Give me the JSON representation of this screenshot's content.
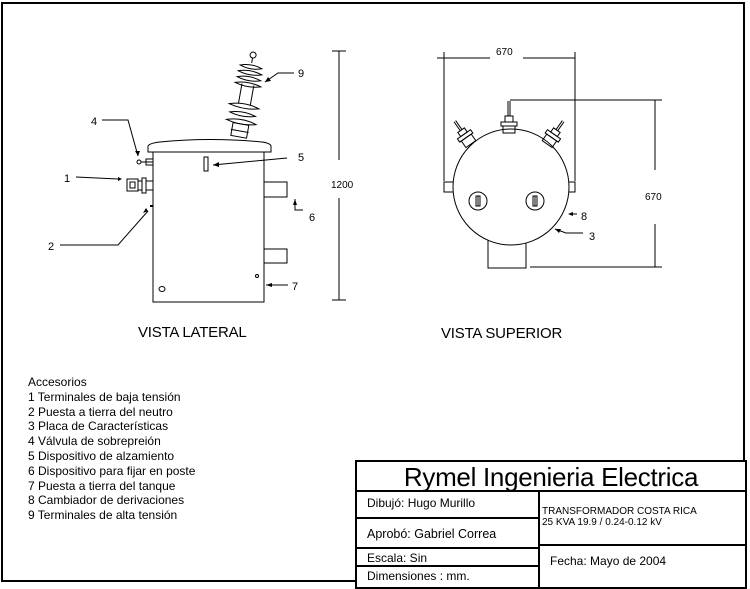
{
  "drawing": {
    "side_view": {
      "title": "VISTA LATERAL",
      "height_dimension": "1200",
      "callouts": [
        "1",
        "2",
        "4",
        "5",
        "6",
        "7",
        "9"
      ]
    },
    "top_view": {
      "title": "VISTA SUPERIOR",
      "width_dimension": "670",
      "depth_dimension": "670",
      "callouts": [
        "3",
        "8"
      ]
    }
  },
  "legend": {
    "heading": "Accesorios",
    "items": [
      "1 Terminales de baja tensión",
      "2 Puesta a tierra del neutro",
      "3 Placa de Características",
      "4 Válvula de sobrepreión",
      "5 Dispositivo de alzamiento",
      "6 Dispositivo para fijar en poste",
      "7 Puesta a tierra del tanque",
      "8 Cambiador de derivaciones",
      "9 Terminales de alta tensión"
    ]
  },
  "title_block": {
    "company": "Rymel Ingenieria Electrica",
    "drawn_by": "Dibujó: Hugo Murillo",
    "approved_by": "Aprobó: Gabriel Correa",
    "scale": "Escala: Sin",
    "dimensions": "Dimensiones :  mm.",
    "description_line1": "TRANSFORMADOR COSTA RICA",
    "description_line2": "25 KVA  19.9 / 0.24-0.12 kV",
    "date": "Fecha: Mayo de 2004"
  }
}
